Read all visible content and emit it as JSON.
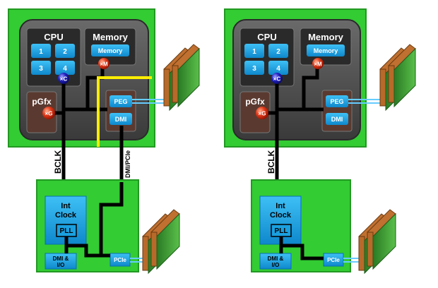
{
  "diagrams": [
    {
      "cpu_package": {
        "cpu_title": "CPU",
        "cores": [
          "1",
          "2",
          "3",
          "4"
        ],
        "memory_title": "Memory",
        "memory_block": "Memory",
        "pgfx_label": "pGfx",
        "multipliers": {
          "core": "×C",
          "memory": "×M",
          "graphics": "×G"
        },
        "peg_label": "PEG",
        "dmi_label": "DMI"
      },
      "chipset": {
        "clock_label_line1": "Int",
        "clock_label_line2": "Clock",
        "pll_label": "PLL",
        "dmi_io_line1": "DMI &",
        "dmi_io_line2": "I/O",
        "pcie_label": "PCIe"
      },
      "bclk_label": "BCLK",
      "link_label": "DMI/PCIe"
    },
    {
      "cpu_package": {
        "cpu_title": "CPU",
        "cores": [
          "1",
          "2",
          "3",
          "4"
        ],
        "memory_title": "Memory",
        "memory_block": "Memory",
        "pgfx_label": "pGfx",
        "multipliers": {
          "core": "×C",
          "memory": "×M",
          "graphics": "×G"
        },
        "peg_label": "PEG",
        "dmi_label": "DMI"
      },
      "chipset": {
        "clock_label_line1": "Int",
        "clock_label_line2": "Clock",
        "pll_label": "PLL",
        "dmi_io_line1": "DMI &",
        "dmi_io_line2": "I/O",
        "pcie_label": "PCIe"
      },
      "bclk_label": "BCLK"
    }
  ],
  "colors": {
    "board_green": "#33cc33",
    "board_edge": "#229922",
    "package_dark": "#4a4a4a",
    "block_blue": "#1aa0e0",
    "block_dark_blue": "#0a6fb0",
    "wire_black": "#000000",
    "highlight_yellow": "#ffee00",
    "multiplier_red": "#e03a1a",
    "multiplier_blue": "#2020c0",
    "card_green": "#3a9a30",
    "card_bracket": "#b86a2a",
    "bus_blue": "#66ccff"
  }
}
